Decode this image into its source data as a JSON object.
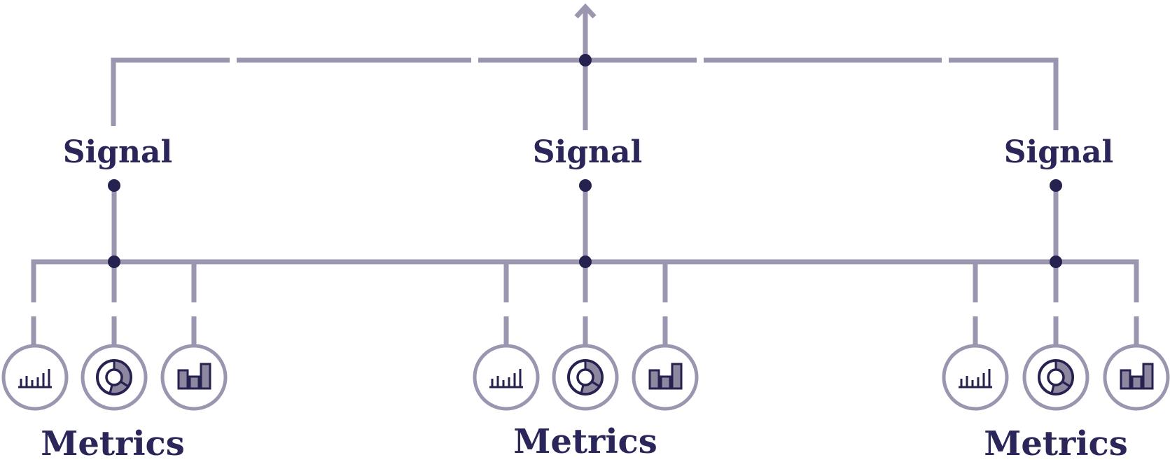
{
  "colors": {
    "line": "#9b95b0",
    "dot": "#262250",
    "icon_fill": "#8d879f",
    "text": "#2a2659"
  },
  "signals": [
    {
      "label": "Signal"
    },
    {
      "label": "Signal"
    },
    {
      "label": "Signal"
    }
  ],
  "metrics": [
    {
      "label": "Metrics",
      "icons": [
        "bar-ticks-icon",
        "donut-chart-icon",
        "bar-chart-icon"
      ]
    },
    {
      "label": "Metrics",
      "icons": [
        "bar-ticks-icon",
        "donut-chart-icon",
        "bar-chart-icon"
      ]
    },
    {
      "label": "Metrics",
      "icons": [
        "bar-ticks-icon",
        "donut-chart-icon",
        "bar-chart-icon"
      ]
    }
  ]
}
